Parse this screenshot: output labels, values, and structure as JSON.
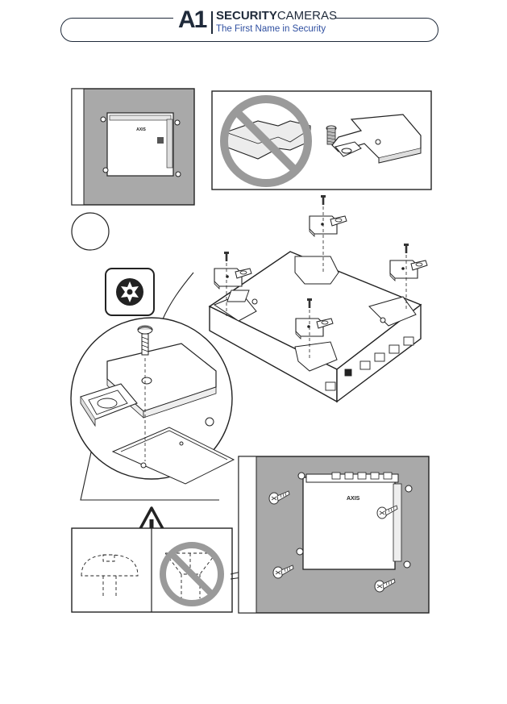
{
  "header": {
    "logo_mark": "A1",
    "brand_strong": "SECURITY",
    "brand_light": "CAMERAS",
    "tagline": "The First Name in Security"
  },
  "device": {
    "brand_label": "AXIS"
  },
  "icons": {
    "torx": "torx-icon",
    "warning": "warning-icon",
    "prohibited": "prohibited-icon"
  },
  "colors": {
    "brand": "#1f2a3a",
    "tagline": "#2f4fa0",
    "wall": "#a9a9a9",
    "prohibition": "#9a9a9a"
  }
}
